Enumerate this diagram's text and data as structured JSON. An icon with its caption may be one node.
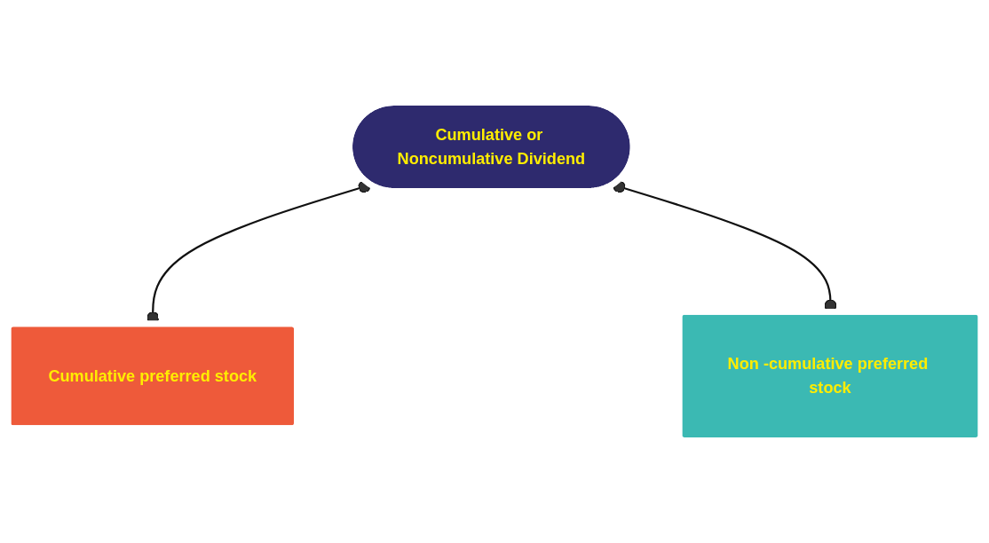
{
  "diagram": {
    "nodes": [
      {
        "text": [
          "Cumulative or Noncumulative Dividend"
        ]
      },
      {
        "text": [
          "Cumulative preferred stock"
        ]
      },
      {
        "text": [
          "Non -cumulative preferred stock"
        ]
      }
    ],
    "edges": [
      {
        "from": 0,
        "to": 1,
        "arrow": "other"
      },
      {
        "from": 0,
        "to": 2,
        "arrow": "other"
      }
    ]
  }
}
